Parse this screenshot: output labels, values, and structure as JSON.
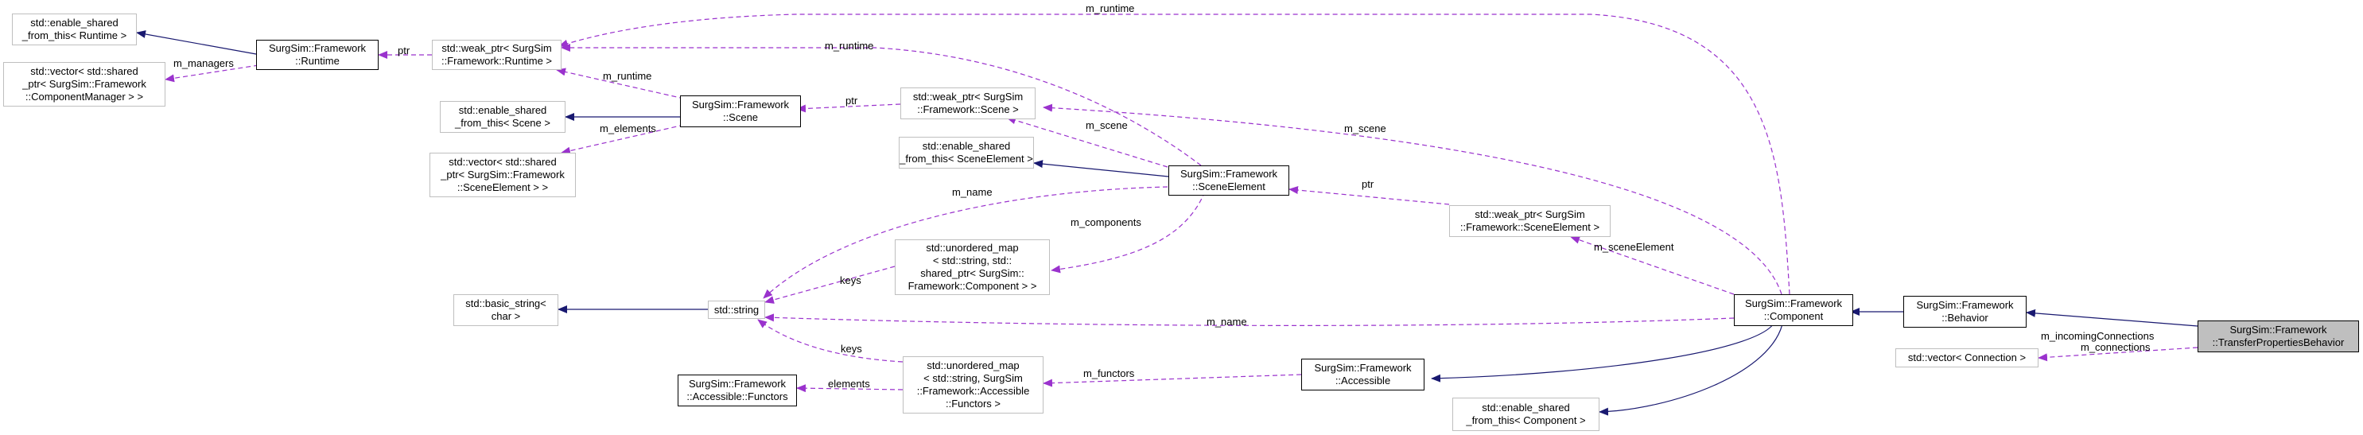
{
  "nodes": [
    {
      "id": "esft_runtime",
      "lines": [
        "std::enable_shared",
        "_from_this< Runtime >"
      ]
    },
    {
      "id": "runtime",
      "lines": [
        "SurgSim::Framework",
        "::Runtime"
      ]
    },
    {
      "id": "weak_runtime",
      "lines": [
        "std::weak_ptr< SurgSim",
        "::Framework::Runtime >"
      ]
    },
    {
      "id": "vec_compmgr",
      "lines": [
        "std::vector< std::shared",
        "_ptr< SurgSim::Framework",
        "::ComponentManager > >"
      ]
    },
    {
      "id": "esft_scene",
      "lines": [
        "std::enable_shared",
        "_from_this< Scene >"
      ]
    },
    {
      "id": "scene",
      "lines": [
        "SurgSim::Framework",
        "::Scene"
      ]
    },
    {
      "id": "weak_scene",
      "lines": [
        "std::weak_ptr< SurgSim",
        "::Framework::Scene >"
      ]
    },
    {
      "id": "vec_sceneel",
      "lines": [
        "std::vector< std::shared",
        "_ptr< SurgSim::Framework",
        "::SceneElement > >"
      ]
    },
    {
      "id": "esft_sceneel",
      "lines": [
        "std::enable_shared",
        "_from_this< SceneElement >"
      ]
    },
    {
      "id": "sceneelement",
      "lines": [
        "SurgSim::Framework",
        "::SceneElement"
      ]
    },
    {
      "id": "umap_comp",
      "lines": [
        "std::unordered_map",
        "< std::string, std::",
        "shared_ptr< SurgSim::",
        "Framework::Component > >"
      ]
    },
    {
      "id": "weak_sceneel",
      "lines": [
        "std::weak_ptr< SurgSim",
        "::Framework::SceneElement >"
      ]
    },
    {
      "id": "basic_string",
      "lines": [
        "std::basic_string<",
        "char >"
      ]
    },
    {
      "id": "string",
      "lines": [
        "std::string"
      ]
    },
    {
      "id": "component",
      "lines": [
        "SurgSim::Framework",
        "::Component"
      ]
    },
    {
      "id": "behavior",
      "lines": [
        "SurgSim::Framework",
        "::Behavior"
      ]
    },
    {
      "id": "focus",
      "lines": [
        "SurgSim::Framework",
        "::TransferPropertiesBehavior"
      ]
    },
    {
      "id": "vec_conn",
      "lines": [
        "std::vector< Connection >"
      ]
    },
    {
      "id": "functors",
      "lines": [
        "SurgSim::Framework",
        "::Accessible::Functors"
      ]
    },
    {
      "id": "umap_func",
      "lines": [
        "std::unordered_map",
        "< std::string, SurgSim",
        "::Framework::Accessible",
        "::Functors >"
      ]
    },
    {
      "id": "accessible",
      "lines": [
        "SurgSim::Framework",
        "::Accessible"
      ]
    },
    {
      "id": "esft_comp",
      "lines": [
        "std::enable_shared",
        "_from_this< Component >"
      ]
    }
  ],
  "edge_labels": [
    {
      "id": "lbl_m_runtime_top",
      "text": "m_runtime"
    },
    {
      "id": "lbl_ptr_runtime",
      "text": "ptr"
    },
    {
      "id": "lbl_m_managers",
      "text": "m_managers"
    },
    {
      "id": "lbl_m_runtime_scene",
      "text": "m_runtime"
    },
    {
      "id": "lbl_m_runtime_se",
      "text": "m_runtime"
    },
    {
      "id": "lbl_ptr_scene",
      "text": "ptr"
    },
    {
      "id": "lbl_m_elements",
      "text": "m_elements"
    },
    {
      "id": "lbl_m_scene_comp",
      "text": "m_scene"
    },
    {
      "id": "lbl_m_scene_se",
      "text": "m_scene"
    },
    {
      "id": "lbl_m_name_se",
      "text": "m_name"
    },
    {
      "id": "lbl_ptr_se",
      "text": "ptr"
    },
    {
      "id": "lbl_m_components",
      "text": "m_components"
    },
    {
      "id": "lbl_m_sceneelement",
      "text": "m_sceneElement"
    },
    {
      "id": "lbl_keys_comp",
      "text": "keys"
    },
    {
      "id": "lbl_m_name_comp",
      "text": "m_name"
    },
    {
      "id": "lbl_keys_func",
      "text": "keys"
    },
    {
      "id": "lbl_m_functors",
      "text": "m_functors"
    },
    {
      "id": "lbl_elements",
      "text": "elements"
    },
    {
      "id": "lbl_m_incoming",
      "text": "m_incomingConnections"
    },
    {
      "id": "lbl_m_connections",
      "text": "m_connections"
    }
  ],
  "colors": {
    "inheritance": "#191970",
    "usage": "#9a32cd",
    "light_border": "#bfbfbf",
    "focus_fill": "#bfbfbf"
  }
}
